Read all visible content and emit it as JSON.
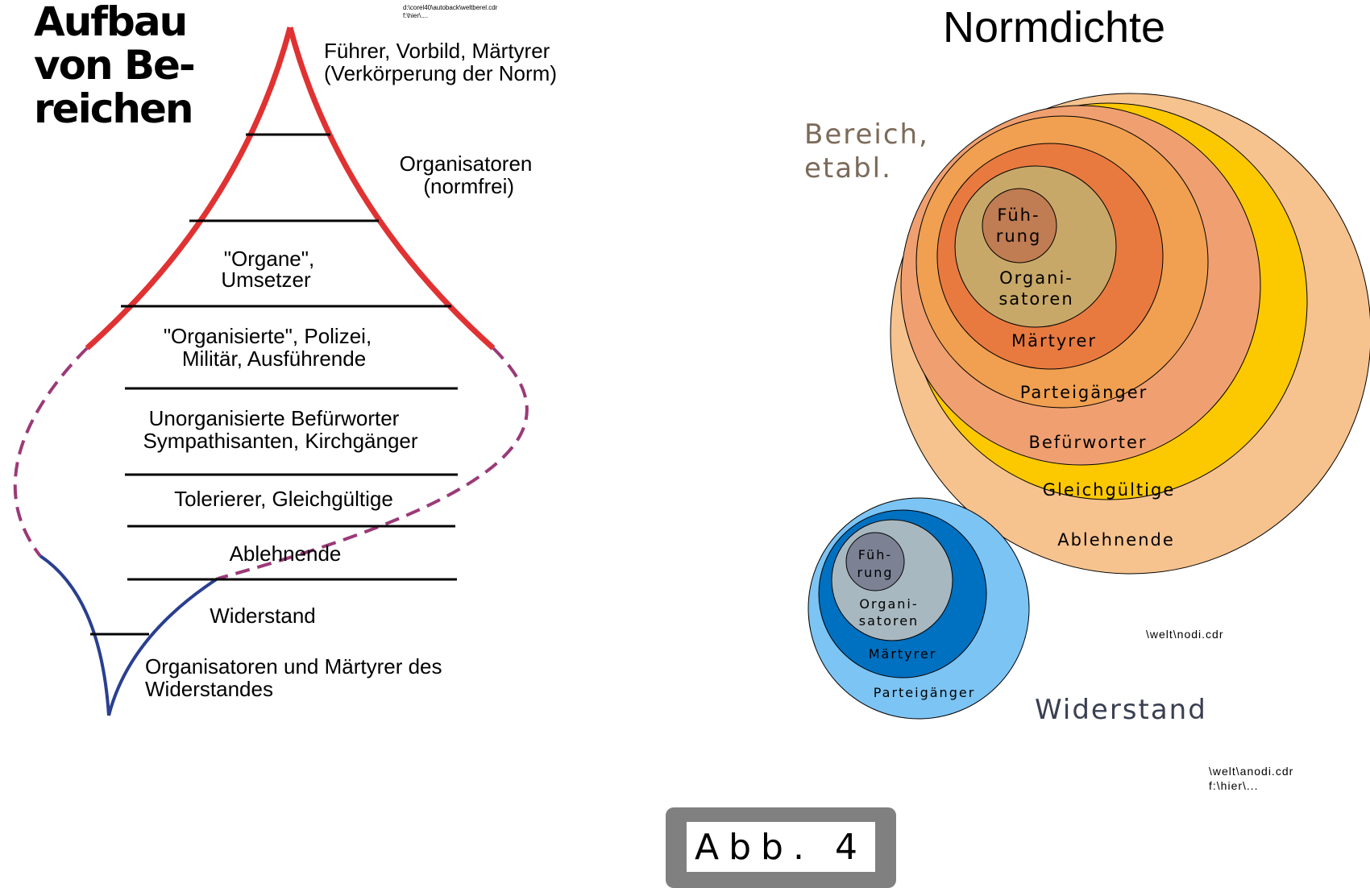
{
  "left_diagram": {
    "title_lines": [
      "Aufbau",
      "von Be-",
      "reichen"
    ],
    "file_path_lines": [
      "d:\\corel40\\autoback\\weltberel.cdr",
      "f:\\hier\\...."
    ],
    "levels": [
      {
        "lines": [
          "Führer, Vorbild, Märtyrer",
          "(Verkörperung der Norm)"
        ]
      },
      {
        "lines": [
          "Organisatoren",
          "(normfrei)"
        ]
      },
      {
        "lines": [
          "\"Organe\",",
          "Umsetzer"
        ]
      },
      {
        "lines": [
          "\"Organisierte\", Polizei,",
          "Militär, Ausführende"
        ]
      },
      {
        "lines": [
          "Unorganisierte Befürworter",
          "Sympathisanten, Kirchgänger"
        ]
      },
      {
        "lines": [
          "Tolerierer, Gleichgültige"
        ]
      },
      {
        "lines": [
          "Ablehnende"
        ]
      },
      {
        "lines": [
          "Widerstand"
        ]
      },
      {
        "lines": [
          "Organisatoren und Märtyrer des",
          "Widerstandes"
        ]
      }
    ],
    "colors": {
      "red": "#e03232",
      "purple_dash": "#9b3a78",
      "blue": "#2a3f8f"
    }
  },
  "right_diagram": {
    "title": "Normdichte",
    "bereich_label_lines": [
      "Bereich,",
      "etabl."
    ],
    "bereich_rings": [
      {
        "label": "Ablehnende",
        "color": "#f6c28e"
      },
      {
        "label": "Gleichgültige",
        "color": "#fcc800"
      },
      {
        "label": "Befürworter",
        "color": "#f0a070"
      },
      {
        "label": "Parteigänger",
        "color": "#f0a050"
      },
      {
        "label": "Märtyrer",
        "color": "#e87a40"
      },
      {
        "label_lines": [
          "Organi-",
          "satoren"
        ],
        "color": "#c8a868"
      },
      {
        "label_lines": [
          "Füh-",
          "rung"
        ],
        "color": "#c07c52"
      }
    ],
    "widerstand_label": "Widerstand",
    "widerstand_rings": [
      {
        "label": "Parteigänger",
        "color": "#7cc4f4"
      },
      {
        "label": "Märtyrer",
        "color": "#0070c0"
      },
      {
        "label_lines": [
          "Organi-",
          "satoren"
        ],
        "color": "#a8b8c0"
      },
      {
        "label_lines": [
          "Füh-",
          "rung"
        ],
        "color": "#7c8294"
      }
    ],
    "file_note_1": "\\welt\\nodi.cdr",
    "file_note_2_lines": [
      "\\welt\\anodi.cdr",
      "f:\\hier\\..."
    ]
  },
  "figure_label": "Abb. 4"
}
